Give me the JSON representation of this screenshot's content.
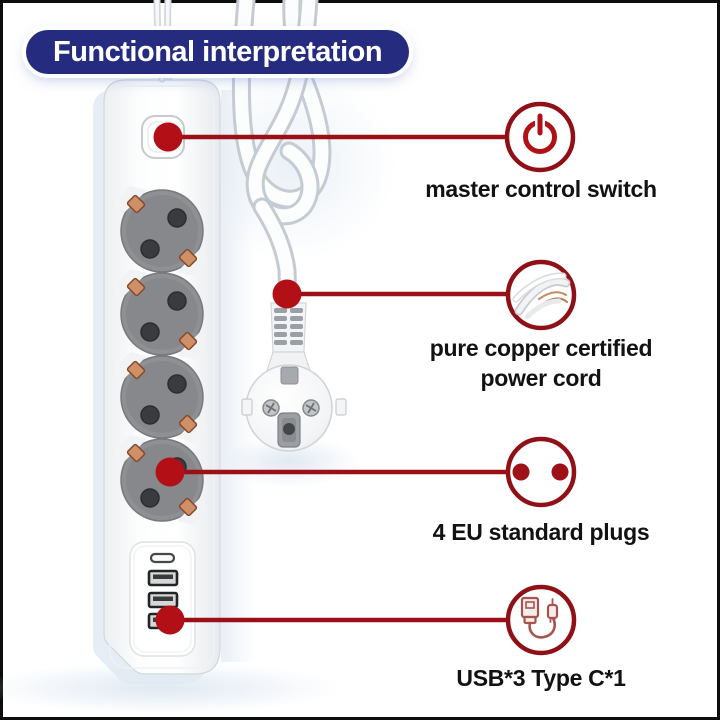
{
  "badge": {
    "label": "Functional interpretation",
    "bg_color": "#252b7e",
    "text_color": "#ffffff"
  },
  "annotations": [
    {
      "id": "master-switch",
      "icon": "power-icon",
      "lines": [
        "master control switch"
      ]
    },
    {
      "id": "power-cord",
      "icon": "copper-cord-icon",
      "lines": [
        "pure copper certified",
        "power cord"
      ]
    },
    {
      "id": "eu-plugs",
      "icon": "eu-socket-icon",
      "lines": [
        "4 EU standard plugs"
      ]
    },
    {
      "id": "usb-ports",
      "icon": "usb-cable-icon",
      "lines": [
        "USB*3 Type C*1"
      ]
    }
  ],
  "device": {
    "type": "power-strip",
    "eu_sockets": 4,
    "usb_a_ports": 3,
    "type_c_ports": 1,
    "has_master_switch": true
  },
  "colors": {
    "accent_red_line": "#9a1016",
    "dot_red": "#b21016",
    "icon_ring_red": "#8f1016",
    "badge_navy": "#252b7e",
    "socket_gray": "#8e9094",
    "copper": "#c98a66"
  }
}
